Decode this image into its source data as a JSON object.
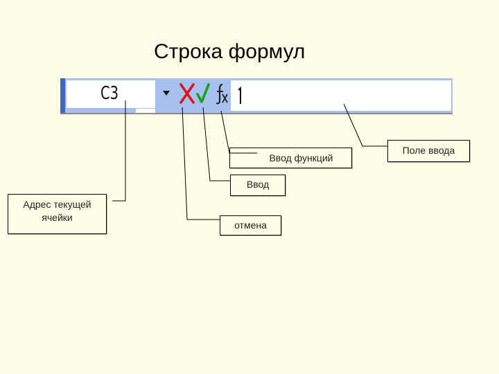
{
  "title": "Строка формул",
  "formula_bar": {
    "name_box_value": "C3",
    "dropdown_icon": "dropdown-triangle",
    "cancel_icon": "red-x",
    "enter_icon": "green-check",
    "function_icon": "fx",
    "colors": {
      "bar_background": "#a8c0ee",
      "bar_edge": "#3a68c8",
      "cancel": "#d41818",
      "enter": "#14a020"
    }
  },
  "callouts": {
    "input_field": "Поле ввода",
    "function_entry": "Ввод функций",
    "enter": "Ввод",
    "cell_address": "Адрес текущей ячейки",
    "cancel": "отмена"
  },
  "background_color": "#fffde6"
}
